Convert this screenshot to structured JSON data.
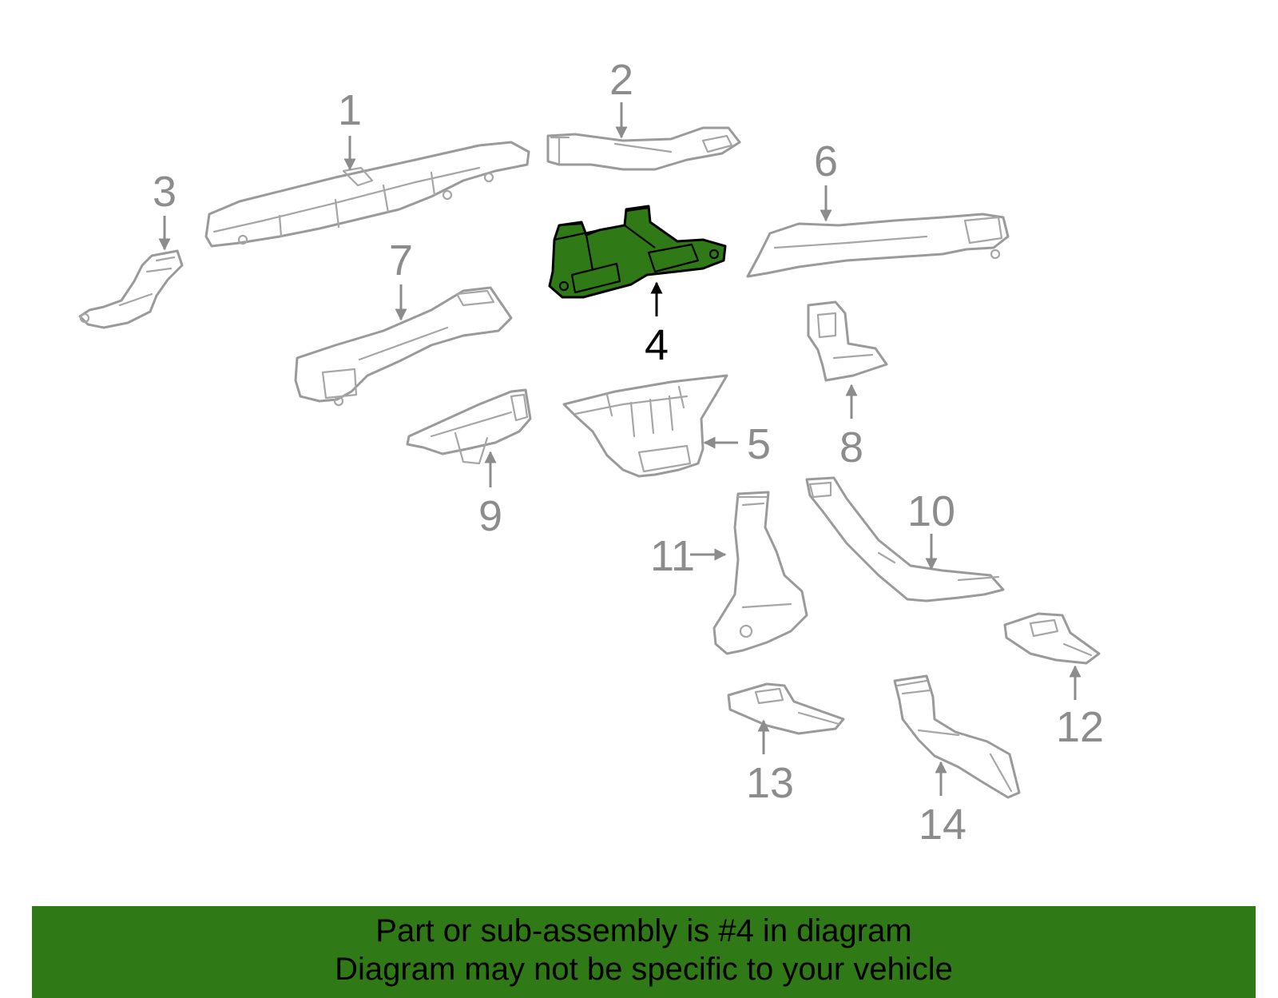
{
  "diagram": {
    "selected_part": "4",
    "callouts": [
      "1",
      "2",
      "3",
      "4",
      "5",
      "6",
      "7",
      "8",
      "9",
      "10",
      "11",
      "12",
      "13",
      "14"
    ],
    "colors": {
      "highlight": "#2f7a16",
      "part_outline": "#9a9a9a",
      "callout_text": "#8c8c8c",
      "selected_text": "#000000",
      "background": "#ffffff"
    }
  },
  "banner": {
    "line1": "Part or sub-assembly is #4 in diagram",
    "line2": "Diagram may not be specific to your vehicle",
    "background": "#2f7a16"
  }
}
